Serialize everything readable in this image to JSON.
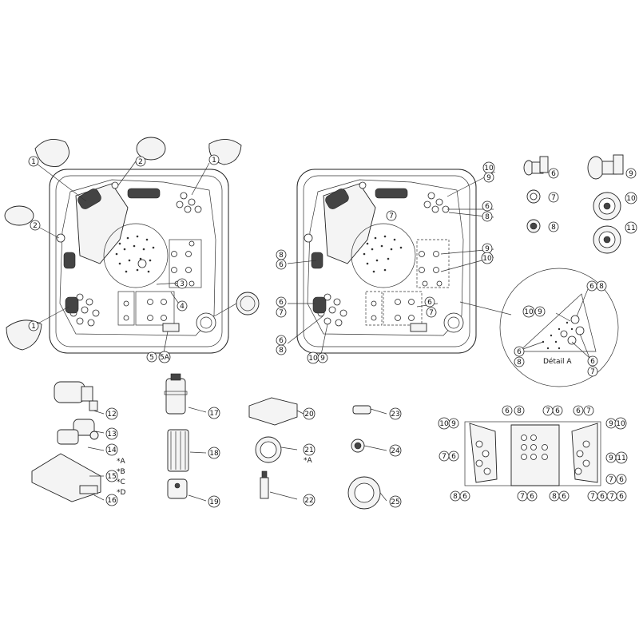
{
  "callouts": [
    {
      "id": "c1a",
      "label": "1"
    },
    {
      "id": "c2a",
      "label": "2"
    },
    {
      "id": "c1b",
      "label": "1"
    },
    {
      "id": "c2b",
      "label": "2"
    },
    {
      "id": "c1c",
      "label": "1"
    },
    {
      "id": "c3",
      "label": "3"
    },
    {
      "id": "c4",
      "label": "4"
    },
    {
      "id": "c5",
      "label": "5"
    },
    {
      "id": "c5A",
      "label": "5A"
    },
    {
      "id": "c10t",
      "label": "10"
    },
    {
      "id": "c9t",
      "label": "9"
    },
    {
      "id": "c6t",
      "label": "6"
    },
    {
      "id": "c7t",
      "label": "7"
    },
    {
      "id": "c8t",
      "label": "8"
    },
    {
      "id": "c9r",
      "label": "9"
    },
    {
      "id": "c10r",
      "label": "10"
    },
    {
      "id": "c6r",
      "label": "6"
    },
    {
      "id": "c7r",
      "label": "7"
    },
    {
      "id": "c8r",
      "label": "8"
    },
    {
      "id": "c8l",
      "label": "8"
    },
    {
      "id": "c6l",
      "label": "6"
    },
    {
      "id": "c6l2",
      "label": "6"
    },
    {
      "id": "c7l",
      "label": "7"
    },
    {
      "id": "c6l3",
      "label": "6"
    },
    {
      "id": "c8l2",
      "label": "8"
    },
    {
      "id": "c10b",
      "label": "10"
    },
    {
      "id": "c9b",
      "label": "9"
    },
    {
      "id": "p6",
      "label": "6"
    },
    {
      "id": "p7",
      "label": "7"
    },
    {
      "id": "p8",
      "label": "8"
    },
    {
      "id": "p9",
      "label": "9"
    },
    {
      "id": "p10",
      "label": "10"
    },
    {
      "id": "p11",
      "label": "11"
    },
    {
      "id": "p12",
      "label": "12"
    },
    {
      "id": "p13",
      "label": "13"
    },
    {
      "id": "p14",
      "label": "14"
    },
    {
      "id": "p15",
      "label": "15"
    },
    {
      "id": "p16",
      "label": "16"
    },
    {
      "id": "p17",
      "label": "17"
    },
    {
      "id": "p18",
      "label": "18"
    },
    {
      "id": "p19",
      "label": "19"
    },
    {
      "id": "p20",
      "label": "20"
    },
    {
      "id": "p21",
      "label": "21"
    },
    {
      "id": "p22",
      "label": "22"
    },
    {
      "id": "p23",
      "label": "23"
    },
    {
      "id": "p24",
      "label": "24"
    },
    {
      "id": "p25",
      "label": "25"
    },
    {
      "id": "da6",
      "label": "6"
    },
    {
      "id": "da8",
      "label": "8"
    },
    {
      "id": "da10",
      "label": "10"
    },
    {
      "id": "da9",
      "label": "9"
    },
    {
      "id": "da6b",
      "label": "6"
    },
    {
      "id": "da8b",
      "label": "8"
    },
    {
      "id": "da6c",
      "label": "6"
    },
    {
      "id": "da7c",
      "label": "7"
    },
    {
      "id": "b10",
      "label": "10"
    },
    {
      "id": "b9",
      "label": "9"
    },
    {
      "id": "b7a",
      "label": "7"
    },
    {
      "id": "b6a",
      "label": "6"
    },
    {
      "id": "b8a",
      "label": "8"
    },
    {
      "id": "b6b",
      "label": "6"
    },
    {
      "id": "b6c",
      "label": "6"
    },
    {
      "id": "b8b",
      "label": "8"
    },
    {
      "id": "b7b",
      "label": "7"
    },
    {
      "id": "b6d",
      "label": "6"
    },
    {
      "id": "b6e",
      "label": "6"
    },
    {
      "id": "b7c",
      "label": "7"
    },
    {
      "id": "b9c",
      "label": "9"
    },
    {
      "id": "b10c",
      "label": "10"
    },
    {
      "id": "b9d",
      "label": "9"
    },
    {
      "id": "b11",
      "label": "11"
    },
    {
      "id": "b7d",
      "label": "7"
    },
    {
      "id": "b6f",
      "label": "6"
    },
    {
      "id": "b7e",
      "label": "7"
    },
    {
      "id": "b6g",
      "label": "6"
    },
    {
      "id": "b8c",
      "label": "8"
    },
    {
      "id": "b6h",
      "label": "6"
    },
    {
      "id": "b7f",
      "label": "7"
    },
    {
      "id": "b6i",
      "label": "6"
    },
    {
      "id": "b7g",
      "label": "7"
    },
    {
      "id": "b6j",
      "label": "6"
    }
  ],
  "variants": {
    "a": "*A",
    "b": "*B",
    "c": "*C",
    "d": "*D",
    "a21": "*A"
  },
  "detail_label": "Détail A"
}
